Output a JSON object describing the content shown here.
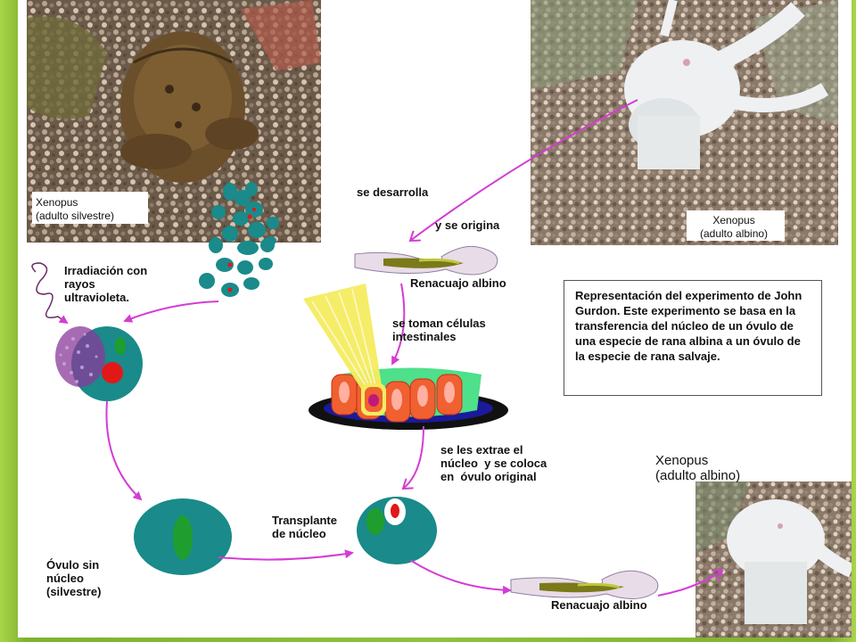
{
  "labels": {
    "xenopus_wild": "Xenopus\n(adulto silvestre)",
    "xenopus_albino_top": "Xenopus\n(adulto albino)",
    "xenopus_albino_bottom": "Xenopus\n(adulto albino)",
    "se_desarrolla": "se desarrolla",
    "y_se_origina": "y se origina",
    "renacuajo_top": "Renacuajo albino",
    "irradiacion": "Irradiación con\nrayos\nultravioleta.",
    "se_toman": "se toman células\nintestinales",
    "se_extrae": "se les extrae el\nnúcleo  y se coloca\nen  óvulo original",
    "transplante": "Transplante\nde núcleo",
    "ovulo_sin": "Óvulo sin\nnúcleo\n(silvestre)",
    "renacuajo_bottom": "Renacuajo albino"
  },
  "description": "Representación del experimento de John Gurdon. Este experimento se basa en la transferencia del núcleo de un óvulo de una especie de rana albina a un óvulo de la especie de rana salvaje.",
  "colors": {
    "arrow": "#d43cd4",
    "cell": "#1a8a8a",
    "green_body": "#1f9e2f",
    "nucleus_red": "#e01818",
    "frame_green": "#8dbf3a"
  }
}
